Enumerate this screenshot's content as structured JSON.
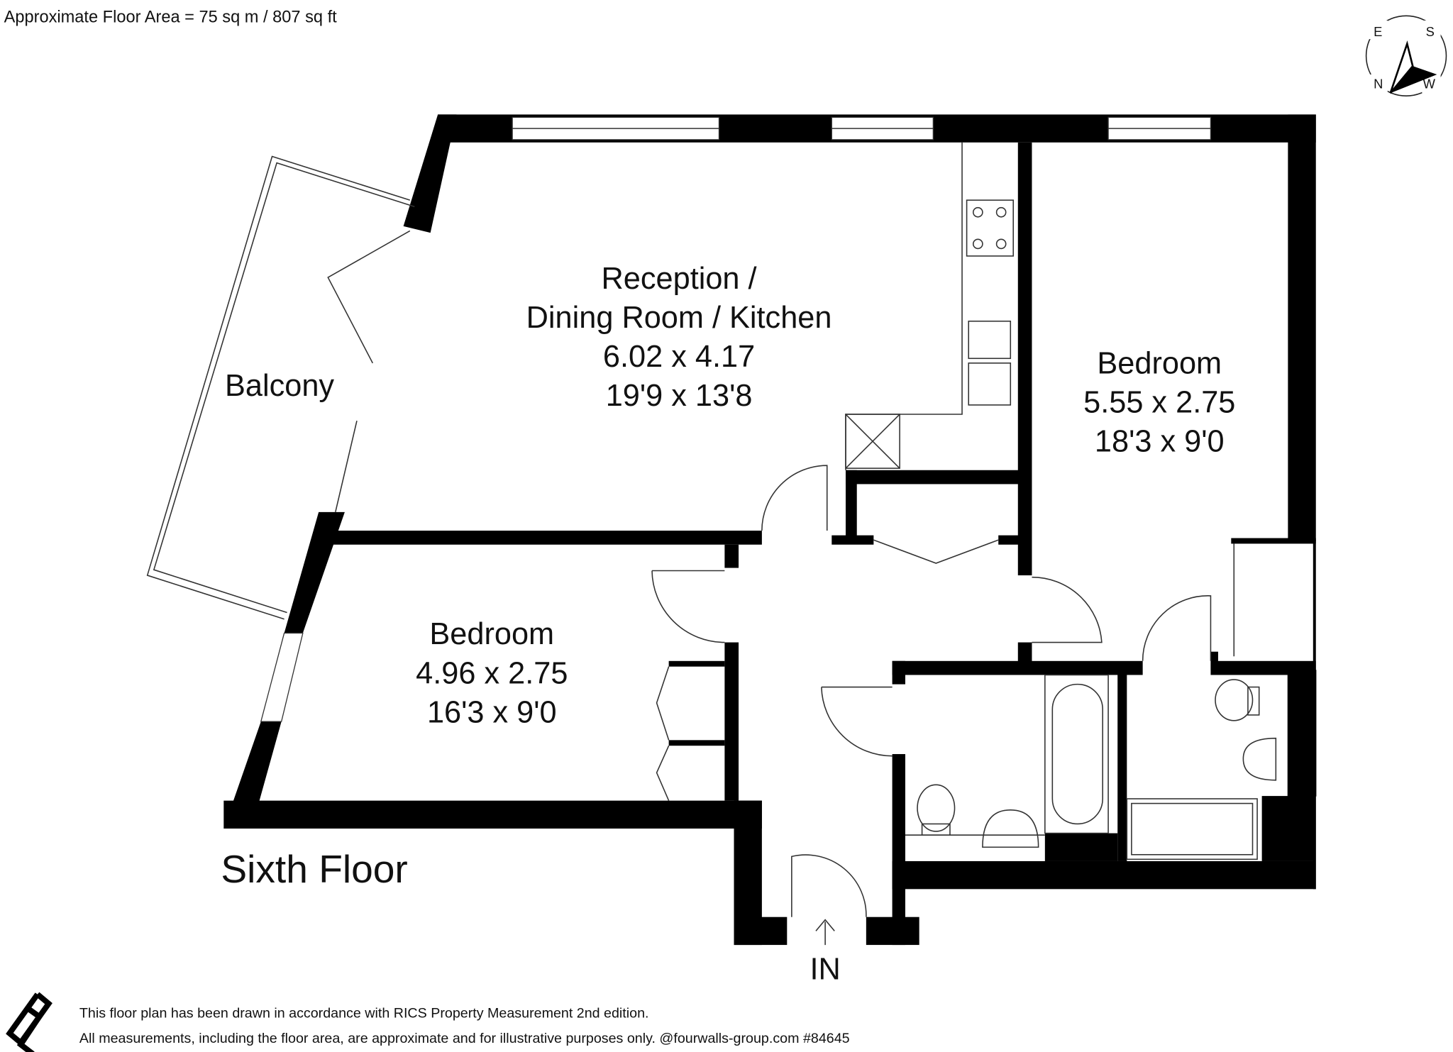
{
  "header": {
    "floor_area": "Approximate Floor Area = 75 sq m / 807 sq ft"
  },
  "compass": {
    "e": "E",
    "s": "S",
    "n": "N",
    "w": "W"
  },
  "rooms": {
    "reception": {
      "name1": "Reception /",
      "name2": "Dining Room / Kitchen",
      "metric": "6.02 x 4.17",
      "imperial": "19'9 x 13'8"
    },
    "bedroom1": {
      "name": "Bedroom",
      "metric": "5.55 x 2.75",
      "imperial": "18'3 x 9'0"
    },
    "bedroom2": {
      "name": "Bedroom",
      "metric": "4.96 x 2.75",
      "imperial": "16'3 x 9'0"
    },
    "balcony": {
      "name": "Balcony"
    }
  },
  "floor_label": "Sixth Floor",
  "entrance_label": "IN",
  "footer": {
    "line1": "This floor plan has been drawn in accordance with RICS Property Measurement 2nd edition.",
    "line2": "All measurements, including the floor area, are approximate and for illustrative purposes only. @fourwalls-group.com #84645"
  }
}
